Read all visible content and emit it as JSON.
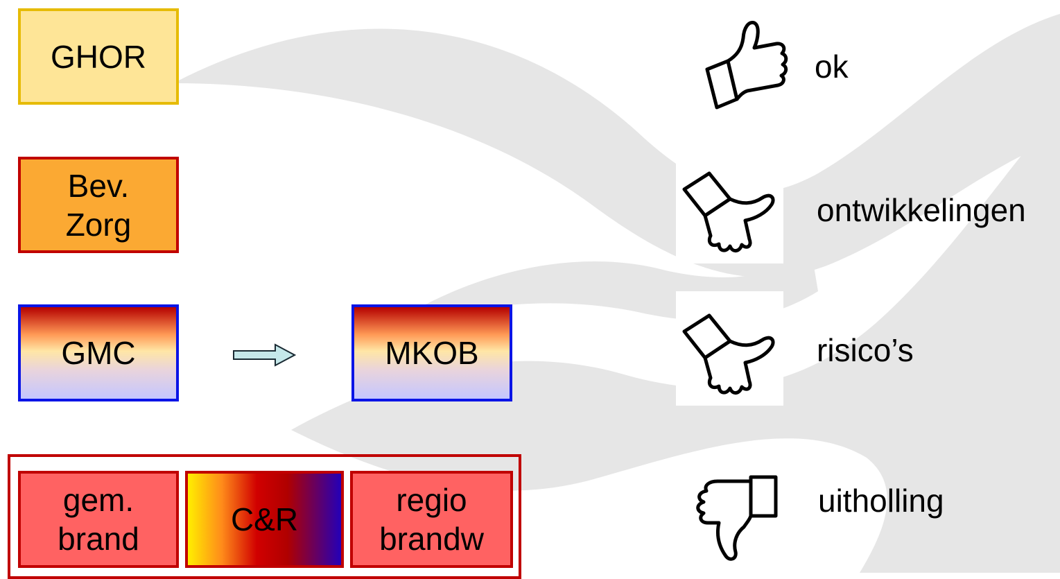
{
  "boxes": {
    "ghor": [
      "GHOR"
    ],
    "bev_zorg": [
      "Bev.",
      "Zorg"
    ],
    "gmc": [
      "GMC"
    ],
    "mkob": [
      "MKOB"
    ],
    "gem_brand": [
      "gem.",
      "brand"
    ],
    "cr": [
      "C&R"
    ],
    "regio_brandw": [
      "regio",
      "brandw"
    ]
  },
  "ratings": [
    {
      "icon": "thumbs-up-icon",
      "label": "ok"
    },
    {
      "icon": "thumbs-sideways-icon",
      "label": "ontwikkelingen"
    },
    {
      "icon": "thumbs-sideways-icon",
      "label": "risico’s"
    },
    {
      "icon": "thumbs-down-icon",
      "label": "uitholling"
    }
  ],
  "colors": {
    "ghor_fill": "#fee597",
    "ghor_border": "#e6bb05",
    "bev_fill": "#fba933",
    "red_border": "#c00000",
    "blue_border": "#0a14e6",
    "brand_fill": "#ff6262",
    "arrow_fill": "#c5e8ea",
    "watermark": "#e6e6e6"
  }
}
